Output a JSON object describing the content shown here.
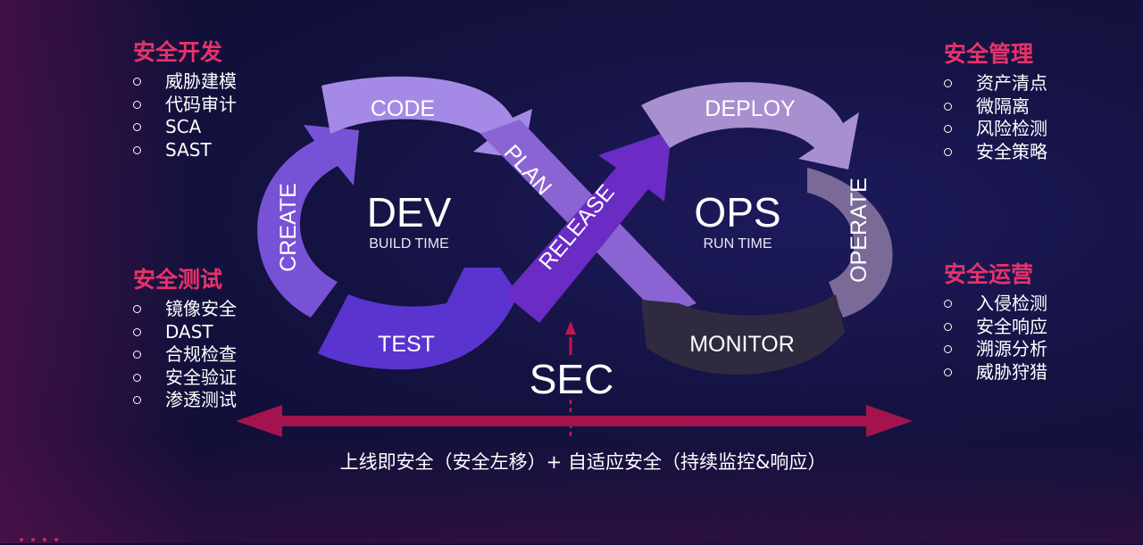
{
  "panels": {
    "dev_security": {
      "title": "安全开发",
      "items": [
        "威胁建模",
        "代码审计",
        "SCA",
        "SAST"
      ]
    },
    "test_security": {
      "title": "安全测试",
      "items": [
        "镜像安全",
        "DAST",
        "合规检查",
        "安全验证",
        "渗透测试"
      ]
    },
    "mgmt_security": {
      "title": "安全管理",
      "items": [
        "资产清点",
        "微隔离",
        "风险检测",
        "安全策略"
      ]
    },
    "ops_security": {
      "title": "安全运营",
      "items": [
        "入侵检测",
        "安全响应",
        "溯源分析",
        "威胁狩猎"
      ]
    }
  },
  "diagram": {
    "dev": {
      "title": "DEV",
      "subtitle": "BUILD TIME"
    },
    "ops": {
      "title": "OPS",
      "subtitle": "RUN TIME"
    },
    "stages": {
      "code": "CODE",
      "create": "CREATE",
      "test": "TEST",
      "plan": "PLAN",
      "release": "RELEASE",
      "deploy": "DEPLOY",
      "operate": "OPERATE",
      "monitor": "MONITOR"
    },
    "sec": "SEC"
  },
  "tagline": "上线即安全（安全左移）+ 自适应安全（持续监控&响应）",
  "colors": {
    "background": "#141240",
    "accent": "#e8326a",
    "arrow": "#a3144f",
    "code": "#a48ae6",
    "create": "#7752d6",
    "test": "#5a34cf",
    "plan": "#8a64d2",
    "release": "#6a2cc4",
    "deploy": "#a88fcf",
    "operate": "#7b6a98",
    "monitor": "#302a40"
  }
}
